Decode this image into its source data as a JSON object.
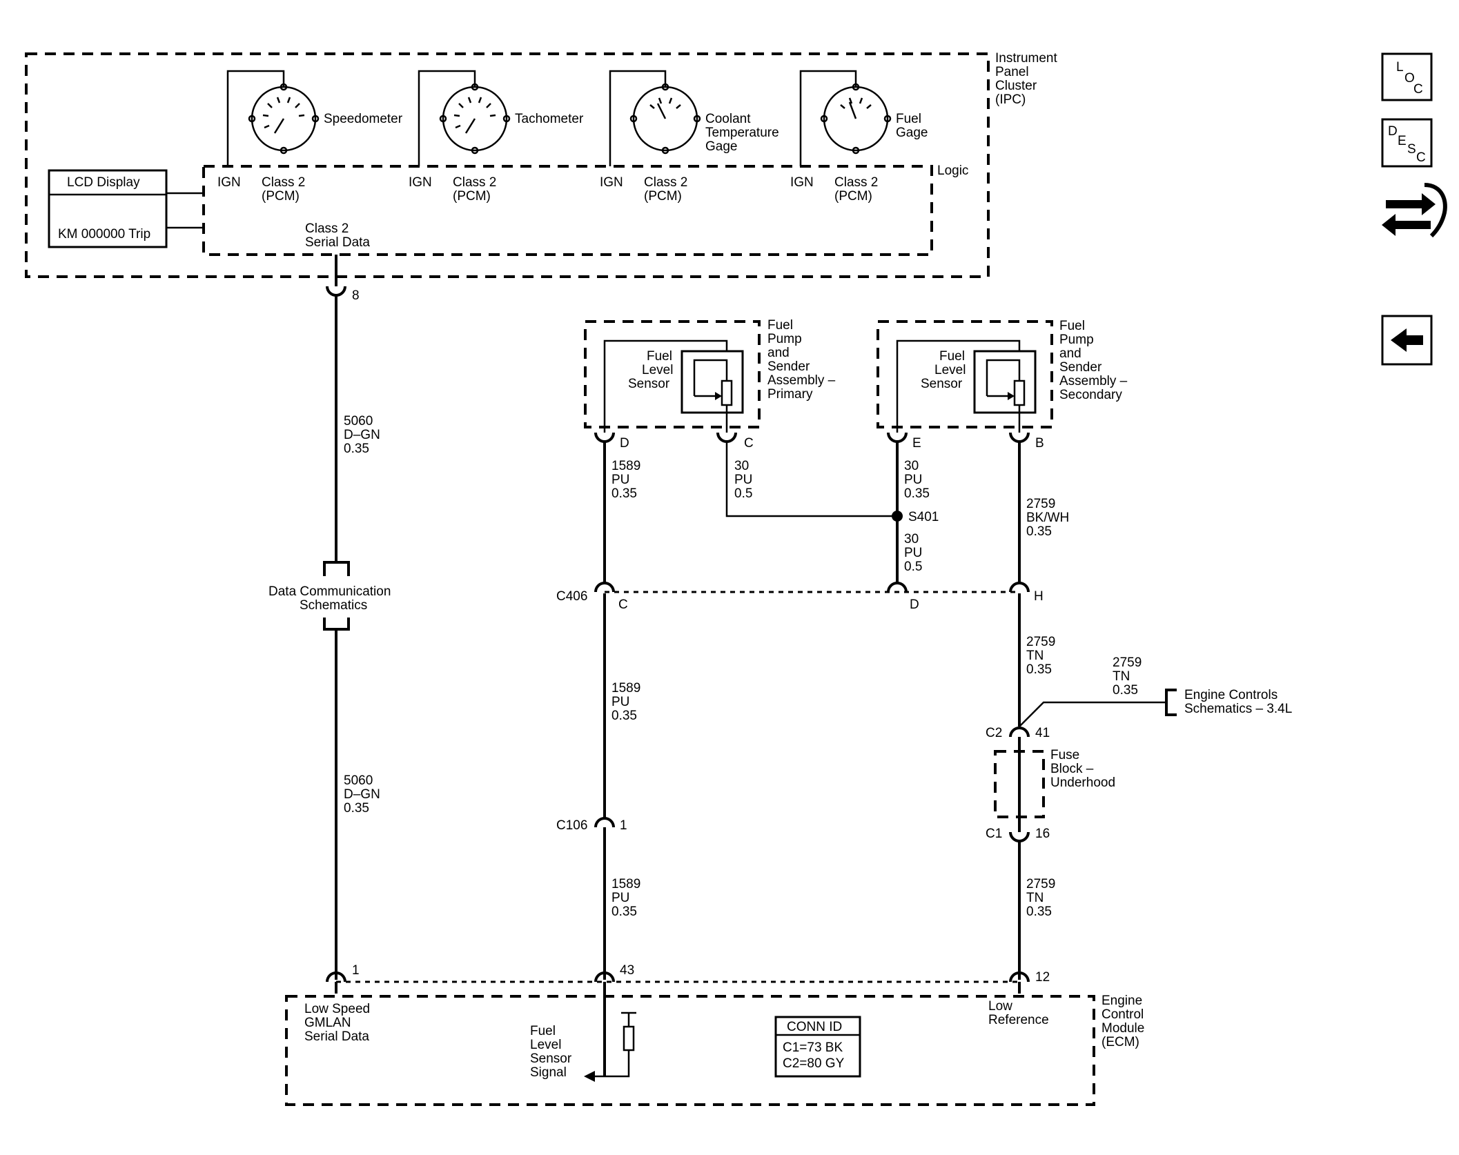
{
  "ipc": {
    "title": [
      "Instrument",
      "Panel",
      "Cluster",
      "(IPC)"
    ],
    "logic_label": "Logic",
    "serial_label": [
      "Class 2",
      "Serial Data"
    ],
    "lcd_title": "LCD Display",
    "lcd_text": "KM 000000 Trip",
    "gauges": [
      {
        "name": [
          "Speedometer"
        ],
        "ign": "IGN",
        "class": [
          "Class 2",
          "(PCM)"
        ]
      },
      {
        "name": [
          "Tachometer"
        ],
        "ign": "IGN",
        "class": [
          "Class 2",
          "(PCM)"
        ]
      },
      {
        "name": [
          "Coolant",
          "Temperature",
          "Gage"
        ],
        "ign": "IGN",
        "class": [
          "Class 2",
          "(PCM)"
        ]
      },
      {
        "name": [
          "Fuel",
          "Gage"
        ],
        "ign": "IGN",
        "class": [
          "Class 2",
          "(PCM)"
        ]
      }
    ],
    "pin_out": "8"
  },
  "wires": {
    "w5060_upper": [
      "5060",
      "D–GN",
      "0.35"
    ],
    "w5060_lower": [
      "5060",
      "D–GN",
      "0.35"
    ],
    "data_comm": [
      "Data Communication",
      "Schematics"
    ],
    "w1589_a": [
      "1589",
      "PU",
      "0.35"
    ],
    "w30_a": [
      "30",
      "PU",
      "0.5"
    ],
    "w30_b": [
      "30",
      "PU",
      "0.35"
    ],
    "w30_c": [
      "30",
      "PU",
      "0.5"
    ],
    "w2759_bkwh": [
      "2759",
      "BK/WH",
      "0.35"
    ],
    "splice": "S401",
    "w1589_b": [
      "1589",
      "PU",
      "0.35"
    ],
    "w1589_c": [
      "1589",
      "PU",
      "0.35"
    ],
    "w2759_tn_a": [
      "2759",
      "TN",
      "0.35"
    ],
    "w2759_tn_b": [
      "2759",
      "TN",
      "0.35"
    ],
    "w2759_tn_c": [
      "2759",
      "TN",
      "0.35"
    ]
  },
  "fuel_primary": {
    "title": [
      "Fuel",
      "Pump",
      "and",
      "Sender",
      "Assembly –",
      "Primary"
    ],
    "sensor": [
      "Fuel",
      "Level",
      "Sensor"
    ],
    "pin_d": "D",
    "pin_c": "C"
  },
  "fuel_secondary": {
    "title": [
      "Fuel",
      "Pump",
      "and",
      "Sender",
      "Assembly –",
      "Secondary"
    ],
    "sensor": [
      "Fuel",
      "Level",
      "Sensor"
    ],
    "pin_e": "E",
    "pin_b": "B"
  },
  "c406": {
    "name": "C406",
    "pin_c": "C",
    "pin_d": "D",
    "pin_h": "H"
  },
  "c106": {
    "name": "C106",
    "pin": "1"
  },
  "engine_controls": [
    "Engine Controls",
    "Schematics – 3.4L"
  ],
  "fuse_block": {
    "title": [
      "Fuse",
      "Block –",
      "Underhood"
    ],
    "c2": "C2",
    "pin41": "41",
    "c1": "C1",
    "pin16": "16"
  },
  "ecm": {
    "title": [
      "Engine",
      "Control",
      "Module",
      "(ECM)"
    ],
    "pin1": "1",
    "pin43": "43",
    "pin12": "12",
    "low_speed": [
      "Low Speed",
      "GMLAN",
      "Serial Data"
    ],
    "fuel_signal": [
      "Fuel",
      "Level",
      "Sensor",
      "Signal"
    ],
    "low_ref": [
      "Low",
      "Reference"
    ],
    "conn_title": "CONN ID",
    "conn_lines": [
      "C1=73 BK",
      "C2=80 GY"
    ]
  },
  "nav": {
    "loc": [
      "L",
      "O",
      "C"
    ],
    "desc": [
      "D",
      "E",
      "S",
      "C"
    ],
    "icons": [
      "loc-icon",
      "desc-icon",
      "connector-swap-icon",
      "back-arrow-icon"
    ]
  }
}
